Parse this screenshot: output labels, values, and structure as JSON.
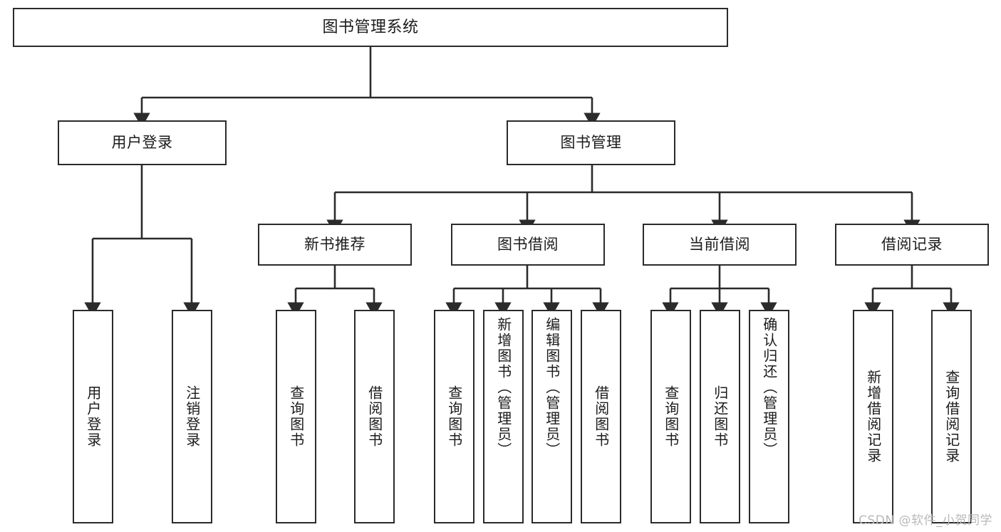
{
  "diagram": {
    "title": "图书管理系统",
    "watermark": "CSDN @软件_小贺同学"
  },
  "nodes": {
    "root": {
      "label": "图书管理系统"
    },
    "level2": [
      {
        "label": "用户登录"
      },
      {
        "label": "图书管理"
      }
    ],
    "level3": [
      {
        "label": "新书推荐"
      },
      {
        "label": "图书借阅"
      },
      {
        "label": "当前借阅"
      },
      {
        "label": "借阅记录"
      }
    ],
    "leaves_user_login": [
      {
        "label": "用户登录"
      },
      {
        "label": "注销登录"
      }
    ],
    "leaves_new_book": [
      {
        "label": "查询图书"
      },
      {
        "label": "借阅图书"
      }
    ],
    "leaves_borrow": [
      {
        "label": "查询图书"
      },
      {
        "label": "新增图书（管理员）"
      },
      {
        "label": "编辑图书（管理员）"
      },
      {
        "label": "借阅图书"
      }
    ],
    "leaves_current": [
      {
        "label": "查询图书"
      },
      {
        "label": "归还图书"
      },
      {
        "label": "确认归还（管理员）"
      }
    ],
    "leaves_record": [
      {
        "label": "新增借阅记录"
      },
      {
        "label": "查询借阅记录"
      }
    ]
  },
  "colors": {
    "stroke": "#2b2b2b",
    "background": "#ffffff",
    "text": "#1b1b1b",
    "watermark": "#b9b9b9"
  }
}
